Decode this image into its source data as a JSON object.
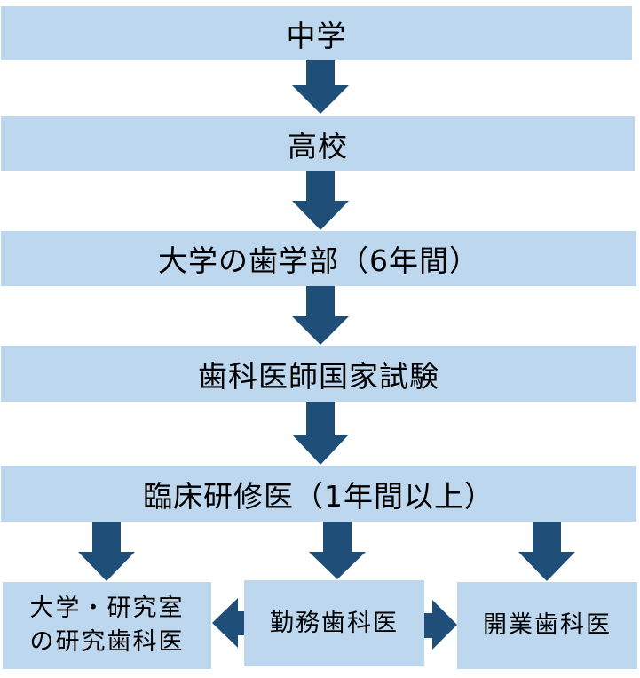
{
  "flow": {
    "steps": [
      {
        "label": "中学"
      },
      {
        "label": "高校"
      },
      {
        "label": "大学の歯学部（6年間）"
      },
      {
        "label": "歯科医師国家試験"
      },
      {
        "label": "臨床研修医（1年間以上）"
      }
    ],
    "outcomes": {
      "research": {
        "line1": "大学・研究室",
        "line2": "の研究歯科医"
      },
      "employed": {
        "label": "勤務歯科医"
      },
      "practice": {
        "label": "開業歯科医"
      }
    }
  },
  "colors": {
    "box_fill": "#BDD7EE",
    "arrow_fill": "#1F4E79",
    "text": "#000000"
  }
}
